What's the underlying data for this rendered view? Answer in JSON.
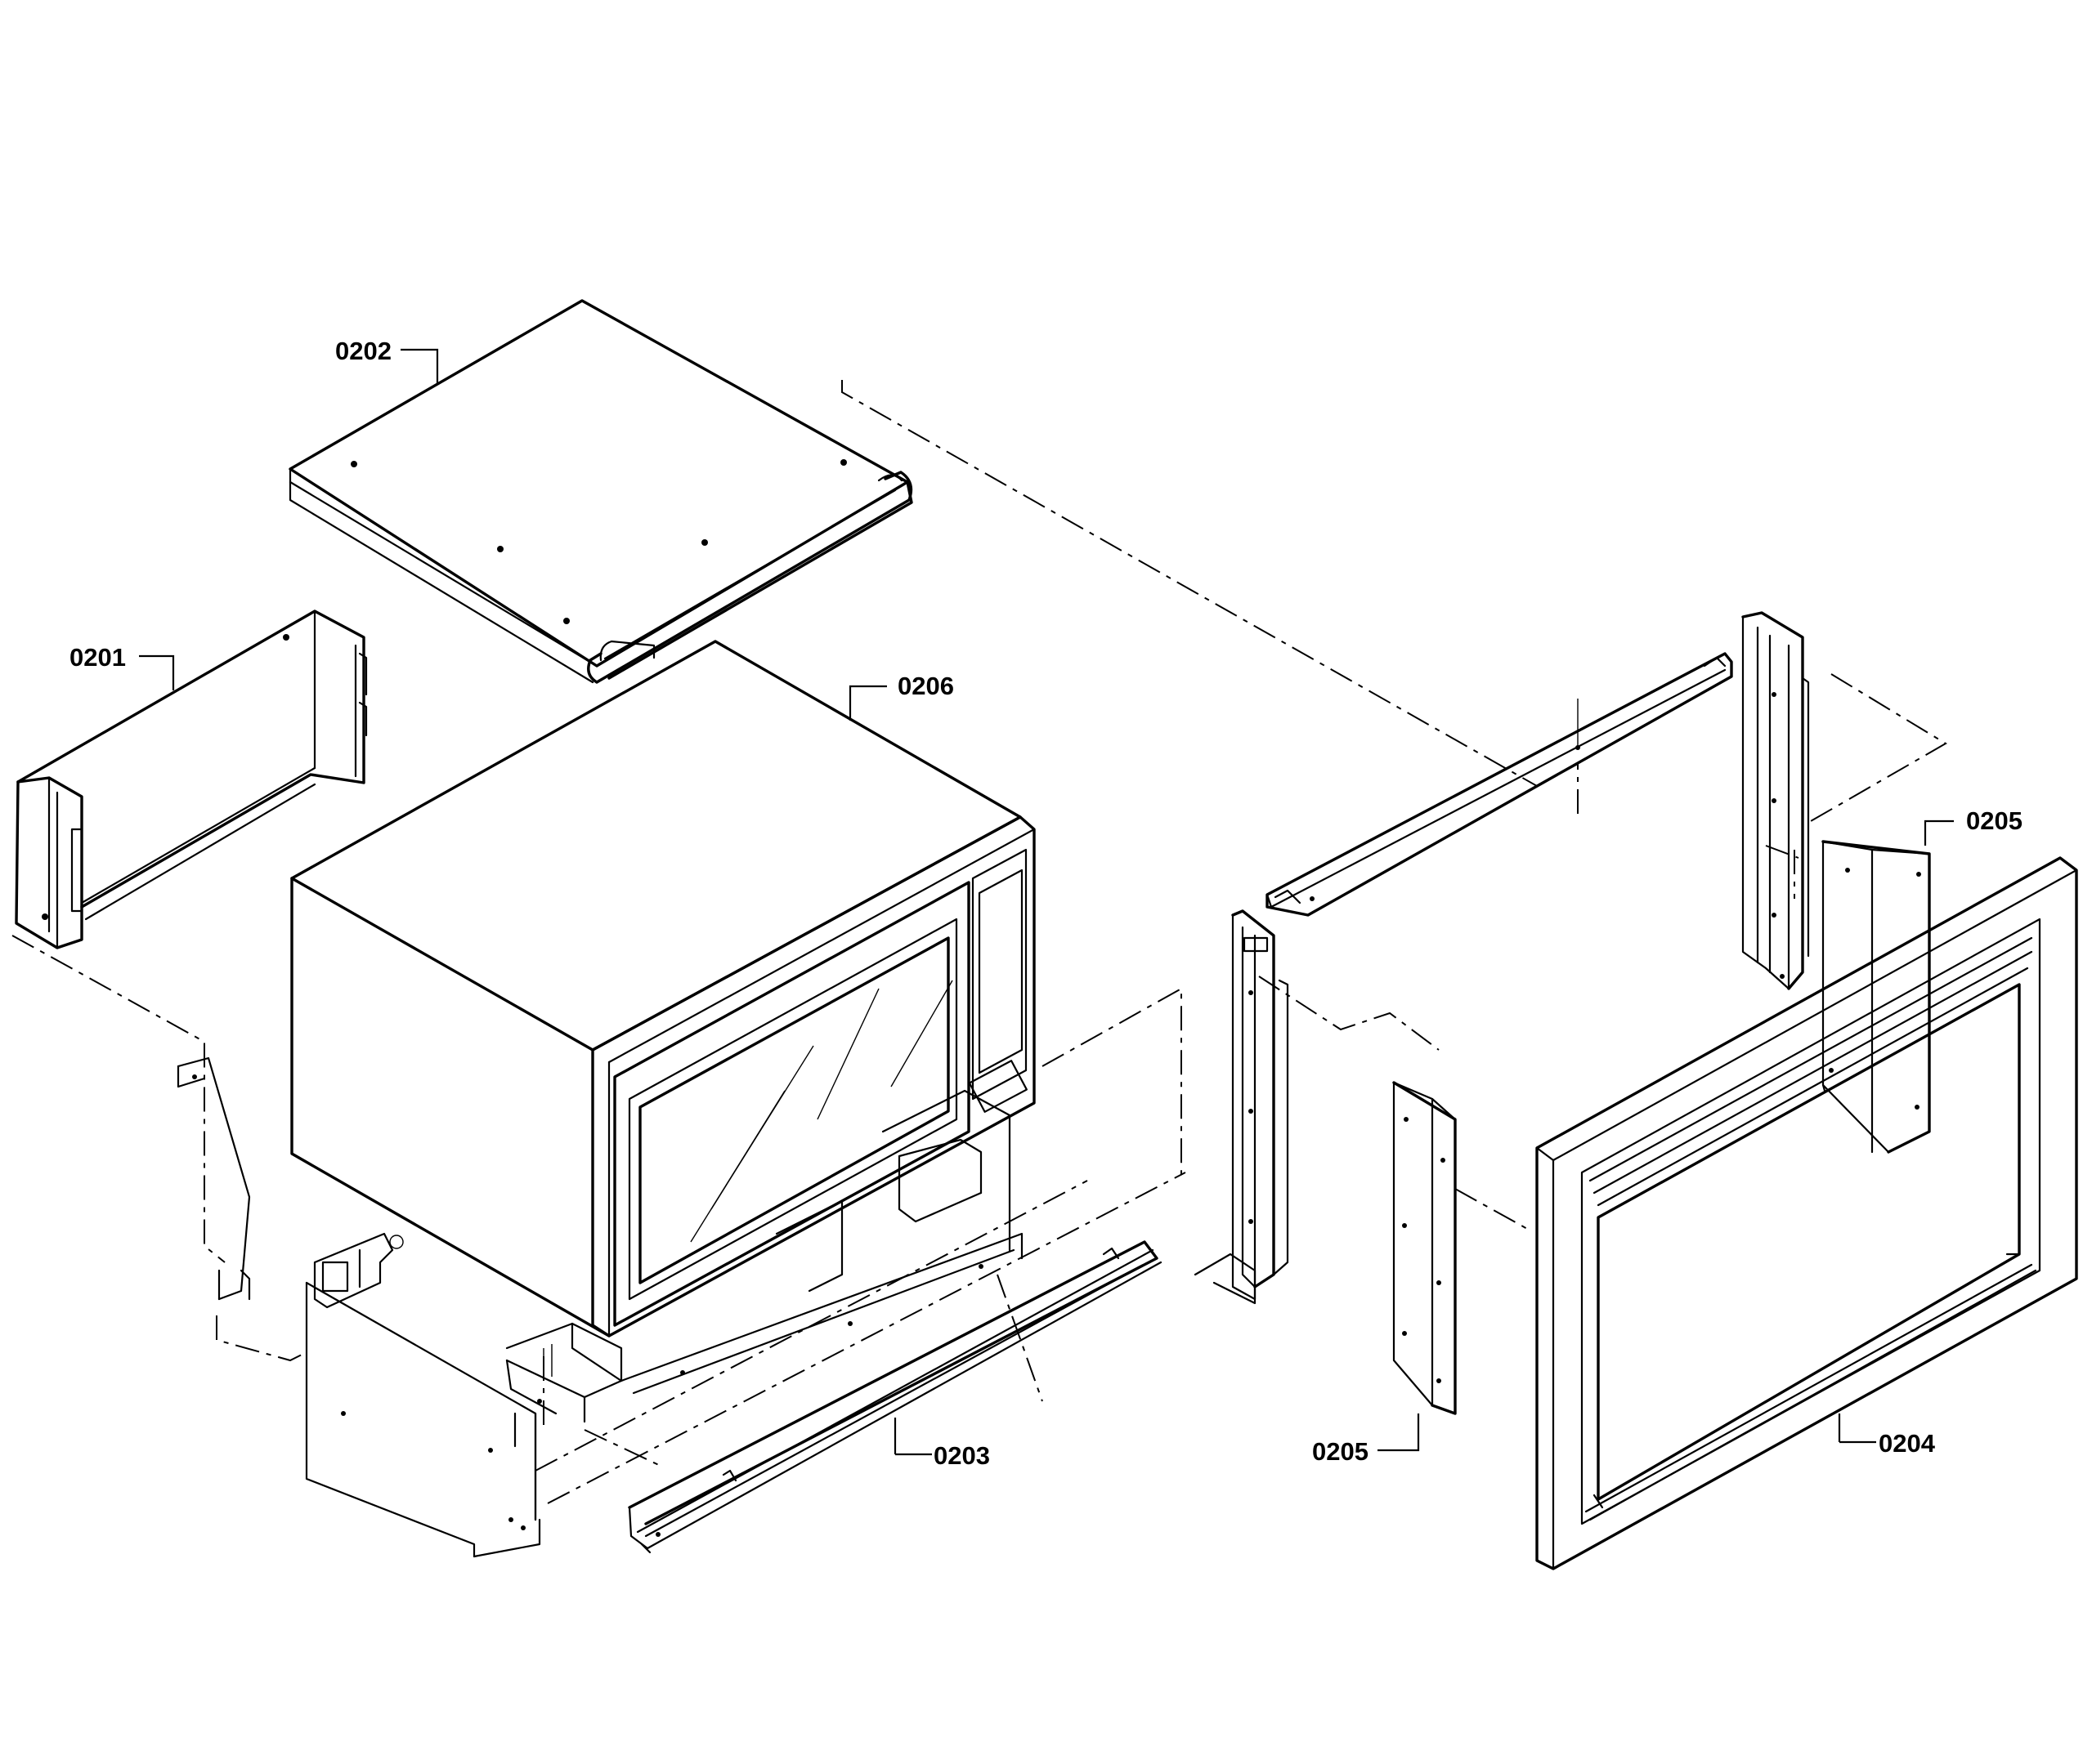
{
  "callouts": {
    "p0201": "0201",
    "p0202": "0202",
    "p0203": "0203",
    "p0204": "0204",
    "p0205_upper": "0205",
    "p0205_lower": "0205",
    "p0206": "0206"
  },
  "colors": {
    "line": "#000000",
    "background": "#ffffff"
  }
}
